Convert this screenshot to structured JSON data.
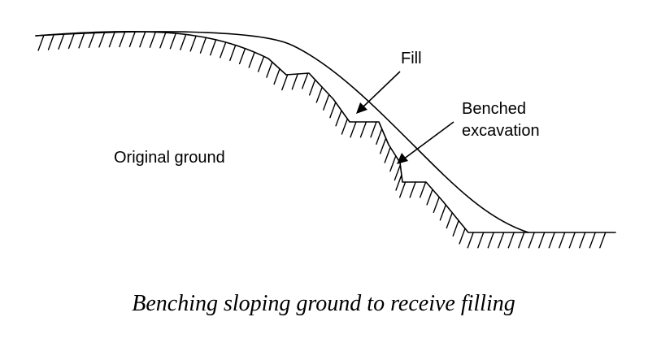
{
  "labels": {
    "fill": "Fill",
    "benched_line1": "Benched",
    "benched_line2": "excavation",
    "original_ground": "Original ground"
  },
  "caption": "Benching sloping ground to receive filling",
  "colors": {
    "line": "#000000",
    "background": "#ffffff"
  }
}
